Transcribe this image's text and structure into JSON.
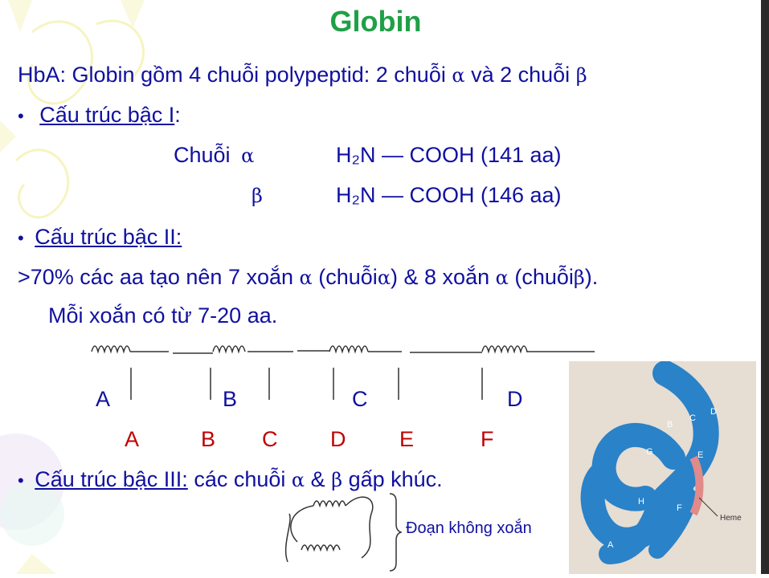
{
  "title": "Globin",
  "intro": {
    "text": "HbA: Globin gồm 4 chuỗi polypeptid: 2 chuỗi",
    "alpha": "α",
    "and": "và 2 chuỗi",
    "beta": "β"
  },
  "bullet": "•",
  "primary": {
    "heading": "Cấu trúc bậc I",
    "colon": ":",
    "row1_label": "Chuỗi",
    "row1_greek": "α",
    "row1_formula": "H₂N — COOH (141 aa)",
    "row2_greek": "β",
    "row2_formula": "H₂N — COOH (146 aa)"
  },
  "secondary": {
    "heading": "Cấu trúc bậc II:",
    "line1_a": ">70% các aa tạo nên 7 xoắn",
    "line1_alpha1": "α",
    "line1_b": "(chuỗi",
    "line1_alpha2": "α",
    "line1_c": ") & 8 xoắn",
    "line1_alpha3": "α",
    "line1_d": "(chuỗi",
    "line1_beta": "β",
    "line1_e": ").",
    "line2": "Mỗi xoắn có từ 7-20 aa.",
    "segment_labels_blue": [
      "A",
      "B",
      "C",
      "D"
    ],
    "segment_labels_red": [
      "A",
      "B",
      "C",
      "D",
      "E",
      "F"
    ]
  },
  "tertiary": {
    "heading": "Cấu trúc bậc III:",
    "text_a": "các chuỗi",
    "alpha": "α",
    "amp": "&",
    "beta": "β",
    "text_b": "gấp khúc.",
    "note": "Đoạn không xoắn"
  },
  "image": {
    "labels": [
      "A",
      "B",
      "C",
      "D",
      "E",
      "F",
      "G",
      "H",
      "Heme"
    ],
    "colors": {
      "protein": "#2a82c8",
      "heme": "#e08a8a",
      "background": "#e6ddd3"
    }
  },
  "colors": {
    "title": "#1fa046",
    "text": "#1010a0",
    "red": "#c00000"
  }
}
